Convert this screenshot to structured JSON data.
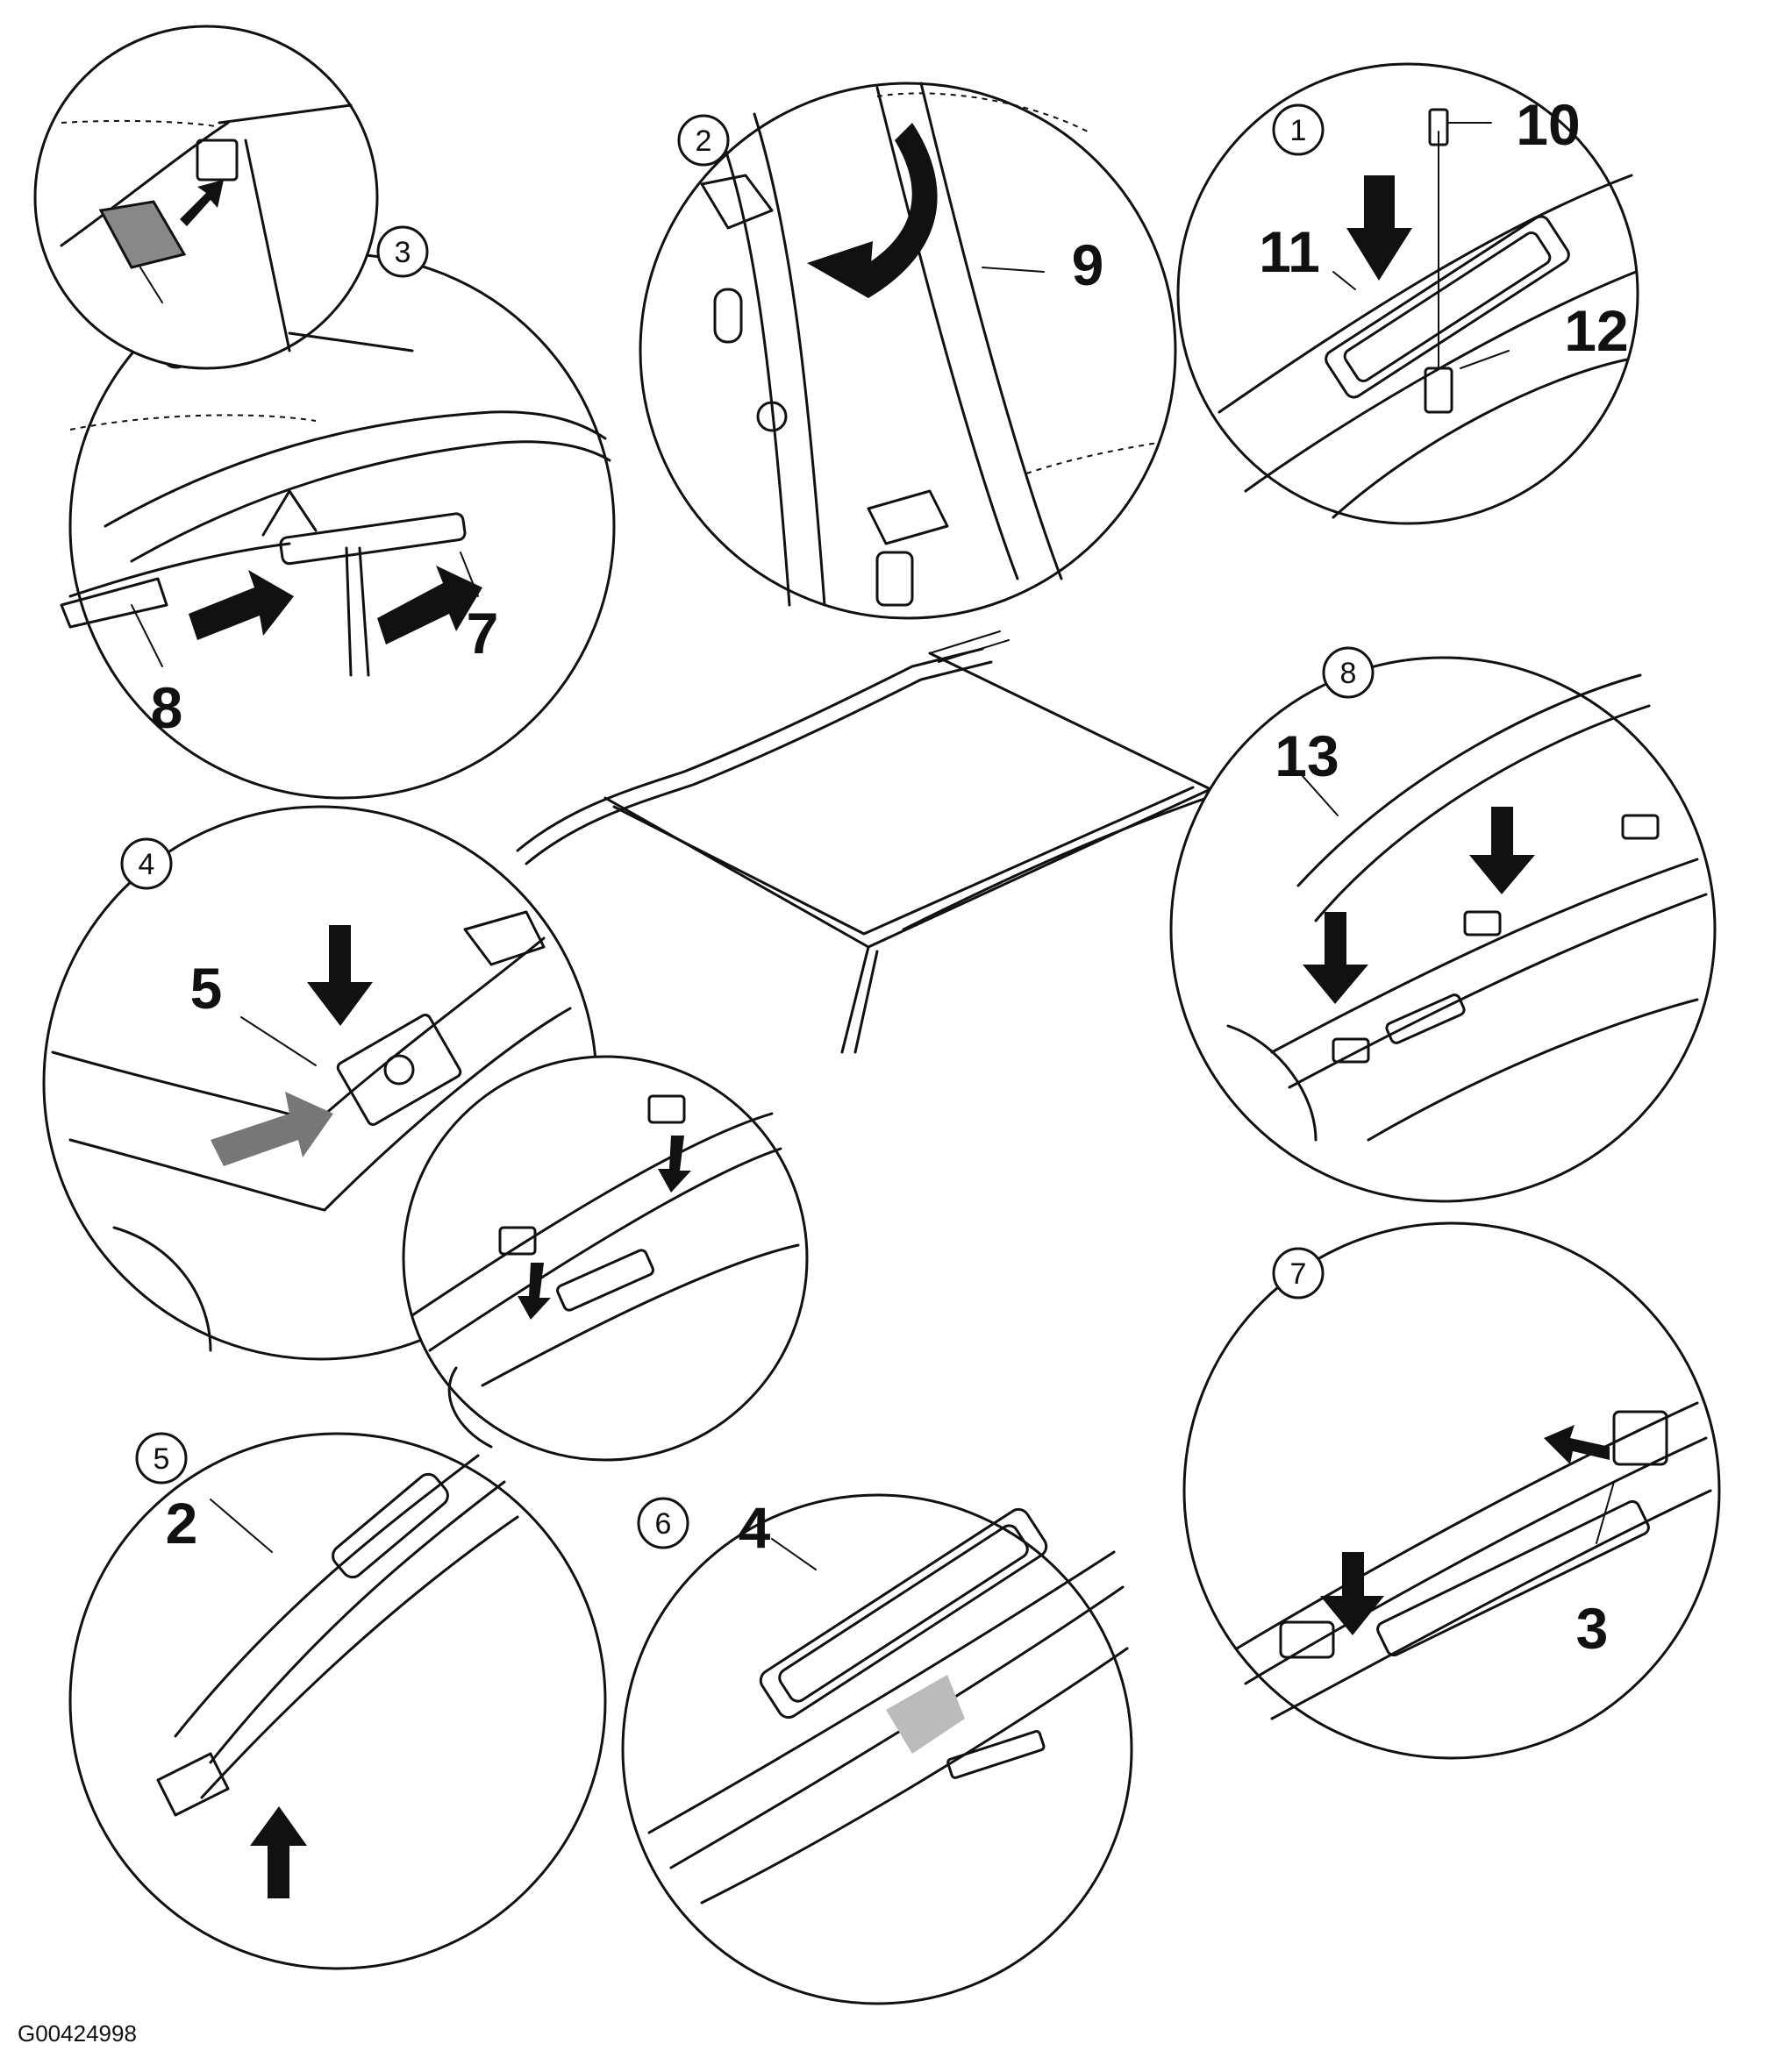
{
  "figure_id": "G00424998",
  "panels": [
    {
      "id": "panel-1",
      "callout": "1",
      "parts": [
        "10",
        "11",
        "12"
      ]
    },
    {
      "id": "panel-2",
      "callout": "2",
      "parts": [
        "9"
      ]
    },
    {
      "id": "panel-3",
      "callout": "3",
      "parts": [
        "6",
        "7",
        "8"
      ]
    },
    {
      "id": "panel-4",
      "callout": "4",
      "parts": [
        "5"
      ]
    },
    {
      "id": "panel-5",
      "callout": "5",
      "parts": [
        "2"
      ]
    },
    {
      "id": "panel-6",
      "callout": "6",
      "parts": [
        "4"
      ]
    },
    {
      "id": "panel-7",
      "callout": "7",
      "parts": [
        "3"
      ]
    },
    {
      "id": "panel-8",
      "callout": "8",
      "parts": [
        "13"
      ]
    }
  ]
}
